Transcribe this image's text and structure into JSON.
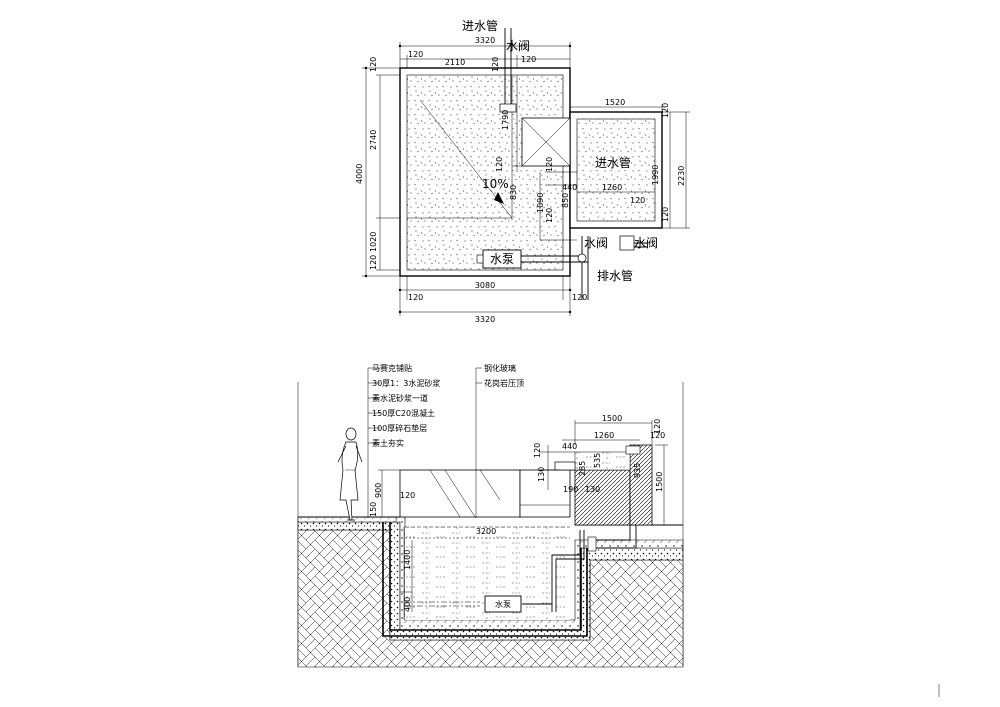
{
  "plan": {
    "labels": {
      "inlet_top": "进水管",
      "valve_top": "水阀",
      "inlet_right": "进水管",
      "slope": "10%",
      "pump": "水泵",
      "valve_bottom_left": "水阀",
      "valve_bottom_right": "水阀",
      "drain": "排水管"
    },
    "dims": {
      "top_total": "3320",
      "top_120_left": "120",
      "top_2110": "2110",
      "top_120_a": "120",
      "top_120_b": "120",
      "v_1790": "1790",
      "right_1520": "1520",
      "right_1260": "1260",
      "right_440": "440",
      "right_120_top": "120",
      "right_1990": "1990",
      "right_2230": "2230",
      "right_120_mid": "120",
      "right_120_bot": "120",
      "mid_120": "120",
      "mid_830": "830",
      "mid_1090": "1090",
      "mid_850": "850",
      "mid_120_b": "120",
      "mid_120_c": "120",
      "left_120_top": "120",
      "left_2740": "2740",
      "left_4000": "4000",
      "left_1020": "1020",
      "left_120_bot": "120",
      "bot_3080": "3080",
      "bot_120_left": "120",
      "bot_120_right": "120",
      "bot_3320": "3320"
    }
  },
  "section": {
    "callouts_left": [
      "马赛克铺贴",
      "30厚1：3水泥砂浆",
      "素水泥砂浆一道",
      "150厚C20混凝土",
      "100厚碎石垫层",
      "素土夯实"
    ],
    "callouts_right": [
      "钢化玻璃",
      "花岗岩压顶"
    ],
    "pump": "水泵",
    "dims": {
      "d_1500_top": "1500",
      "d_120_top": "120",
      "d_440": "440",
      "d_1260": "1260",
      "d_120_a": "120",
      "d_120_b": "120",
      "d_285": "285",
      "d_535": "535",
      "d_935": "935",
      "d_130_a": "130",
      "d_190": "190",
      "d_130_b": "130",
      "d_1500_right": "1500",
      "d_150": "150",
      "d_900": "900",
      "d_120_c": "120",
      "d_3200": "3200",
      "d_1400": "1400",
      "d_400": "400"
    }
  }
}
